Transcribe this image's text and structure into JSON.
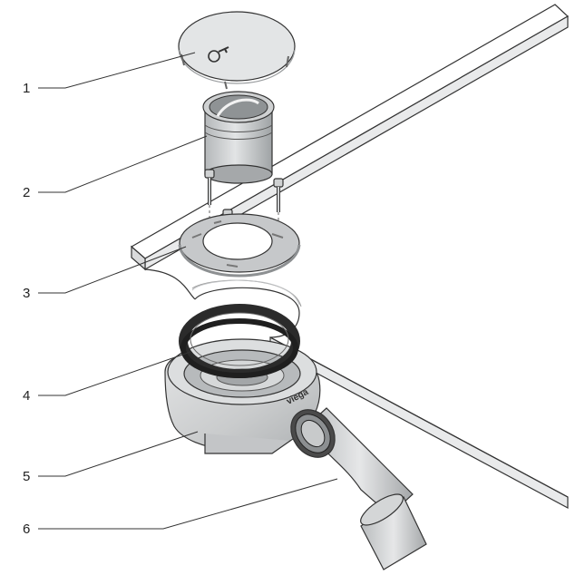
{
  "callouts": [
    {
      "number": "1",
      "part": "cover-cap"
    },
    {
      "number": "2",
      "part": "odour-trap-insert"
    },
    {
      "number": "3",
      "part": "clamping-ring"
    },
    {
      "number": "4",
      "part": "sealing-ring"
    },
    {
      "number": "5",
      "part": "drain-body"
    },
    {
      "number": "6",
      "part": "outlet-elbow"
    }
  ],
  "logo_text": "viega",
  "colors": {
    "metal": "#d8dadb",
    "metal_dark": "#a9acae",
    "seal": "#2b2b2b",
    "plastic": "#d0d1d2",
    "outline": "#333333"
  }
}
